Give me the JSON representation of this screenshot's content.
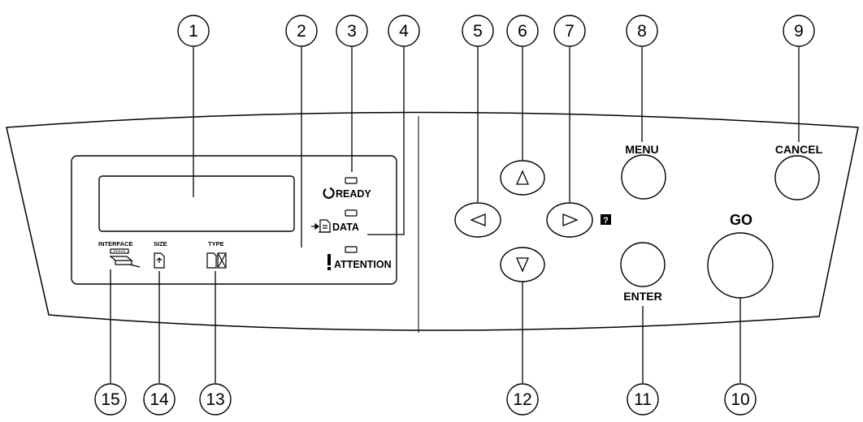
{
  "callouts": [
    "1",
    "2",
    "3",
    "4",
    "5",
    "6",
    "7",
    "8",
    "9",
    "10",
    "11",
    "12",
    "13",
    "14",
    "15"
  ],
  "labels": {
    "menu": "MENU",
    "cancel": "CANCEL",
    "go": "GO",
    "enter": "ENTER",
    "ready": "READY",
    "data": "DATA",
    "attention": "ATTENTION",
    "interface": "INTERFACE",
    "size": "SIZE",
    "type": "TYPE"
  },
  "help_glyph": "?",
  "icons": [
    "ready-power-icon",
    "data-document-icon",
    "attention-exclamation-icon",
    "interface-connector-icon",
    "size-page-icon",
    "type-media-icon",
    "help-icon"
  ]
}
